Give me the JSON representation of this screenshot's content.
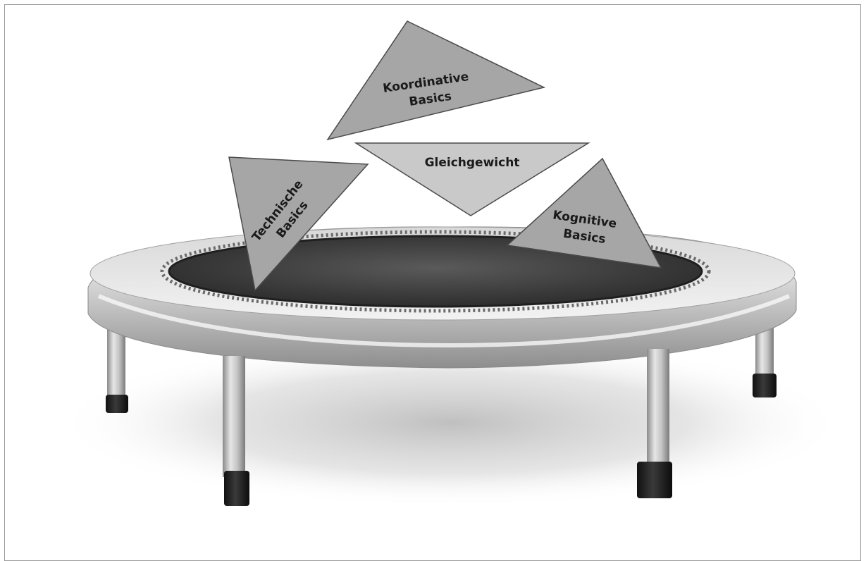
{
  "figure": {
    "labels": {
      "koordinative_line1": "Koordinative",
      "koordinative_line2": "Basics",
      "gleichgewicht": "Gleichgewicht",
      "technische_line1": "Technische",
      "technische_line2": "Basics",
      "kognitive_line1": "Kognitive",
      "kognitive_line2": "Basics"
    },
    "colors": {
      "triangle_dark": "#a6a6a6",
      "triangle_light": "#c9c9c9",
      "triangle_stroke": "#4a4a4a",
      "text": "#1a1a1a"
    }
  }
}
